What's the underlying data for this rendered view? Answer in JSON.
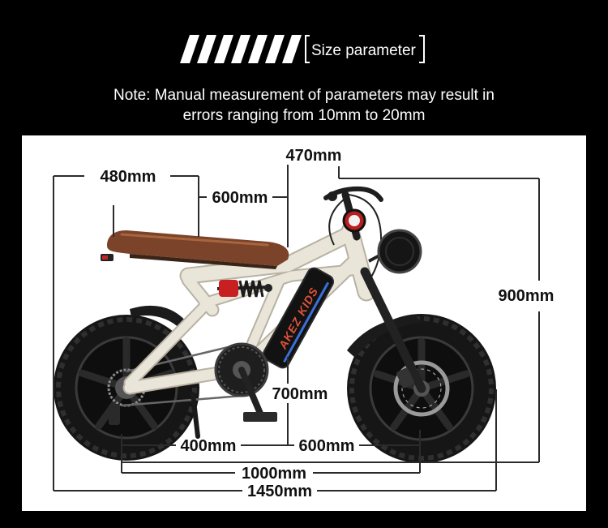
{
  "header": {
    "title": "Size parameter"
  },
  "note": {
    "line1": "Note: Manual measurement of parameters may result in",
    "line2": "errors ranging from 10mm to 20mm"
  },
  "product": {
    "battery_logo": "AKEZ KIDS"
  },
  "dimensions": {
    "seat_rear_length": "480mm",
    "seat_front_length": "600mm",
    "handlebar_reach": "470mm",
    "total_height": "900mm",
    "seat_height": "700mm",
    "rear_axle_to_crank": "400mm",
    "crank_to_front_axle": "600mm",
    "wheelbase": "1000mm",
    "overall_length": "1450mm"
  },
  "colors": {
    "background": "#000000",
    "panel": "#ffffff",
    "frame": "#e9e5d9",
    "seat": "#7b4329",
    "shock": "#c82020",
    "dimension_line": "#2b2b2b"
  }
}
